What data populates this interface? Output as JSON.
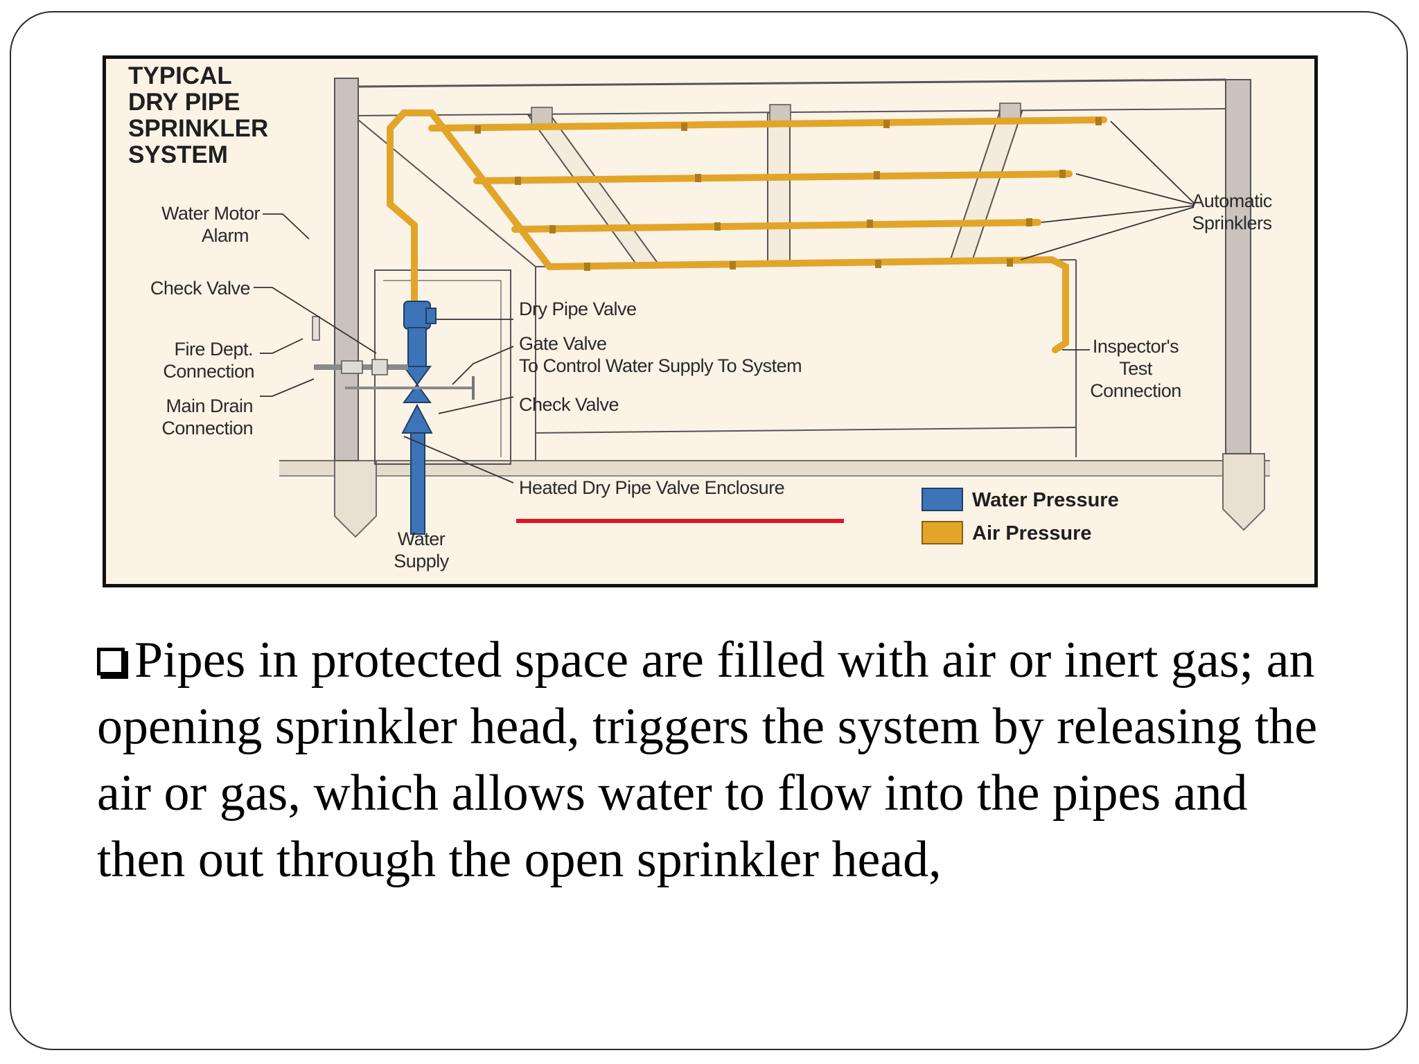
{
  "diagram": {
    "title_lines": [
      "TYPICAL",
      "DRY PIPE",
      "SPRINKLER",
      "SYSTEM"
    ],
    "labels": {
      "water_motor_alarm": [
        "Water Motor",
        "Alarm"
      ],
      "check_valve_left": "Check Valve",
      "fire_dept_connection": [
        "Fire Dept.",
        "Connection"
      ],
      "main_drain_connection": [
        "Main Drain",
        "Connection"
      ],
      "dry_pipe_valve": "Dry Pipe Valve",
      "gate_valve": [
        "Gate Valve",
        "To Control Water Supply To System"
      ],
      "check_valve_right": "Check Valve",
      "heated_enclosure": "Heated Dry Pipe Valve Enclosure",
      "water_supply": [
        "Water",
        "Supply"
      ],
      "automatic_sprinklers": [
        "Automatic",
        "Sprinklers"
      ],
      "inspectors_test": [
        "Inspector's",
        "Test",
        "Connection"
      ]
    },
    "legend": [
      {
        "label": "Water Pressure",
        "color": "#3d74b8"
      },
      {
        "label": "Air Pressure",
        "color": "#e2a52a"
      }
    ],
    "highlight_color": "#e0141b"
  },
  "body": {
    "text": "Pipes in protected space are filled with air or inert gas; an opening sprinkler head, triggers the system by releasing the air or gas, which allows water to flow into the pipes and then out through the open sprinkler head,",
    "bullet_icon": "checkbox-bullet-icon"
  }
}
